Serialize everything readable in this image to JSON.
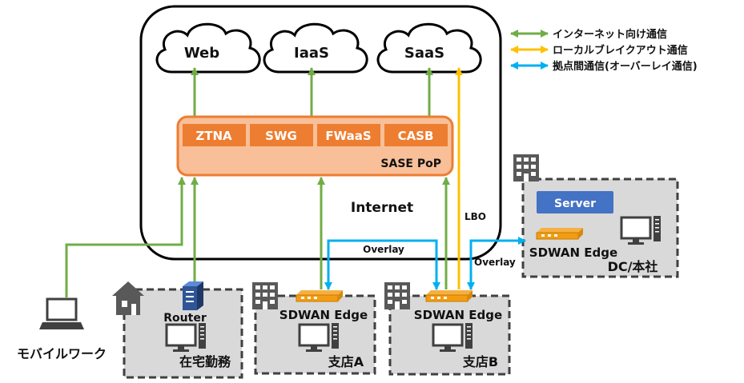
{
  "clouds": {
    "web": "Web",
    "iaas": "IaaS",
    "saas": "SaaS"
  },
  "sase": {
    "services": [
      "ZTNA",
      "SWG",
      "FWaaS",
      "CASB"
    ],
    "pop_label": "SASE PoP"
  },
  "internet_label": "Internet",
  "legend": [
    {
      "label": "インターネット向け通信",
      "color": "#70ad47"
    },
    {
      "label": "ローカルブレイクアウト通信",
      "color": "#ffc000"
    },
    {
      "label": "拠点間通信(オーバーレイ通信)",
      "color": "#00b0f0"
    }
  ],
  "links": {
    "lbo": "LBO",
    "overlay_1": "Overlay",
    "overlay_2": "Overlay"
  },
  "sites": {
    "mobile": "モバイルワーク",
    "home": {
      "name": "在宅勤務",
      "device": "Router"
    },
    "branch_a": {
      "name": "支店A",
      "device": "SDWAN Edge"
    },
    "branch_b": {
      "name": "支店B",
      "device": "SDWAN Edge"
    },
    "dc": {
      "name": "DC/本社",
      "device": "SDWAN Edge",
      "server": "Server"
    }
  },
  "colors": {
    "internet": "#70ad47",
    "lbo": "#ffc000",
    "overlay": "#00b0f0",
    "sase_fill": "#f8bf98",
    "sase_border": "#ed7d31",
    "service_fill": "#ed7d31",
    "server_fill": "#4472c4",
    "site_fill": "#d9d9d9",
    "building": "#595959"
  }
}
